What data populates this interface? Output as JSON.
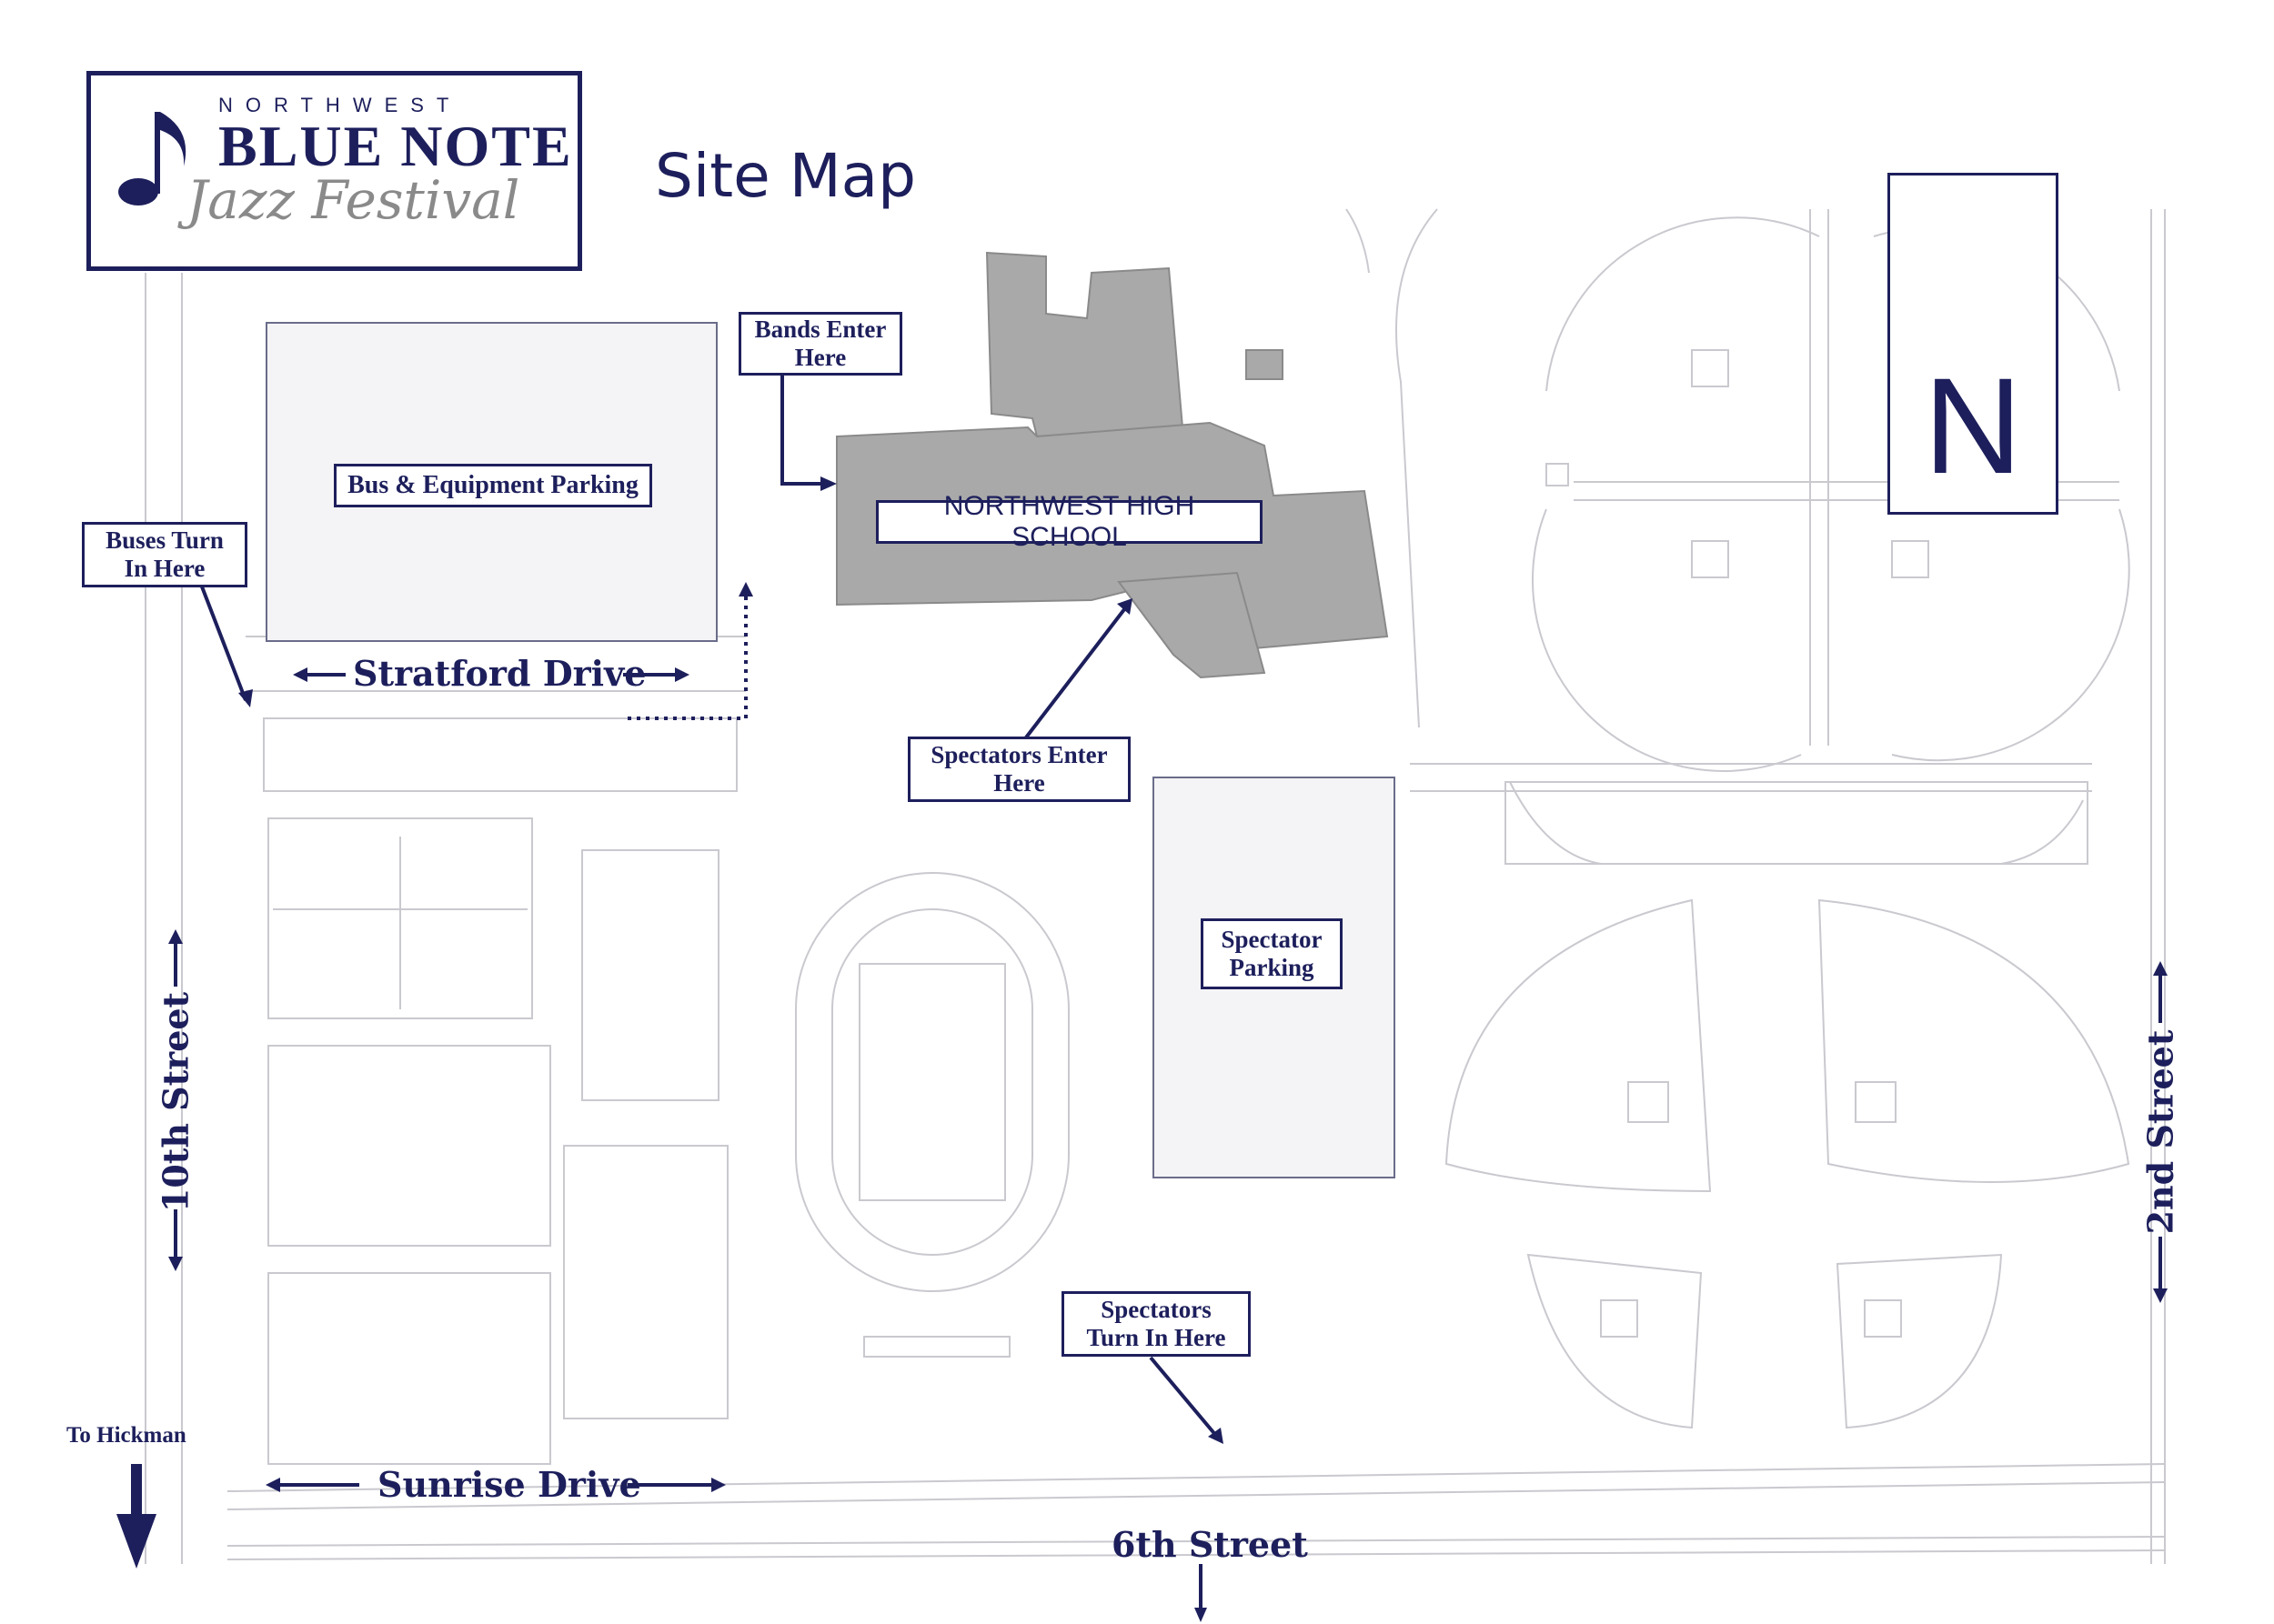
{
  "logo": {
    "line1": "NORTHWEST",
    "line2": "BLUE NOTE",
    "line3": "Jazz Festival",
    "icon": "music-note-icon"
  },
  "title": "Site Map",
  "compass": {
    "letter": "N",
    "icon": "north-arrow-icon"
  },
  "buildings": {
    "school": "NORTHWEST HIGH SCHOOL"
  },
  "labels": {
    "bus_parking": "Bus & Equipment Parking",
    "bands_enter_1": "Bands Enter",
    "bands_enter_2": "Here",
    "buses_turn_1": "Buses Turn",
    "buses_turn_2": "In Here",
    "spectators_enter_1": "Spectators Enter",
    "spectators_enter_2": "Here",
    "spectator_parking_1": "Spectator",
    "spectator_parking_2": "Parking",
    "spectators_turn_1": "Spectators",
    "spectators_turn_2": "Turn In Here",
    "to_hickman": "To Hickman"
  },
  "streets": {
    "stratford": "Stratford Drive",
    "sunrise": "Sunrise Drive",
    "sixth": "6th Street",
    "tenth": "10th Street",
    "second": "2nd Street"
  },
  "colors": {
    "navy": "#1d1f5c",
    "building_gray": "#a9a9a9",
    "line_gray": "#c9c9cf",
    "light_fill": "#f4f4f6"
  }
}
